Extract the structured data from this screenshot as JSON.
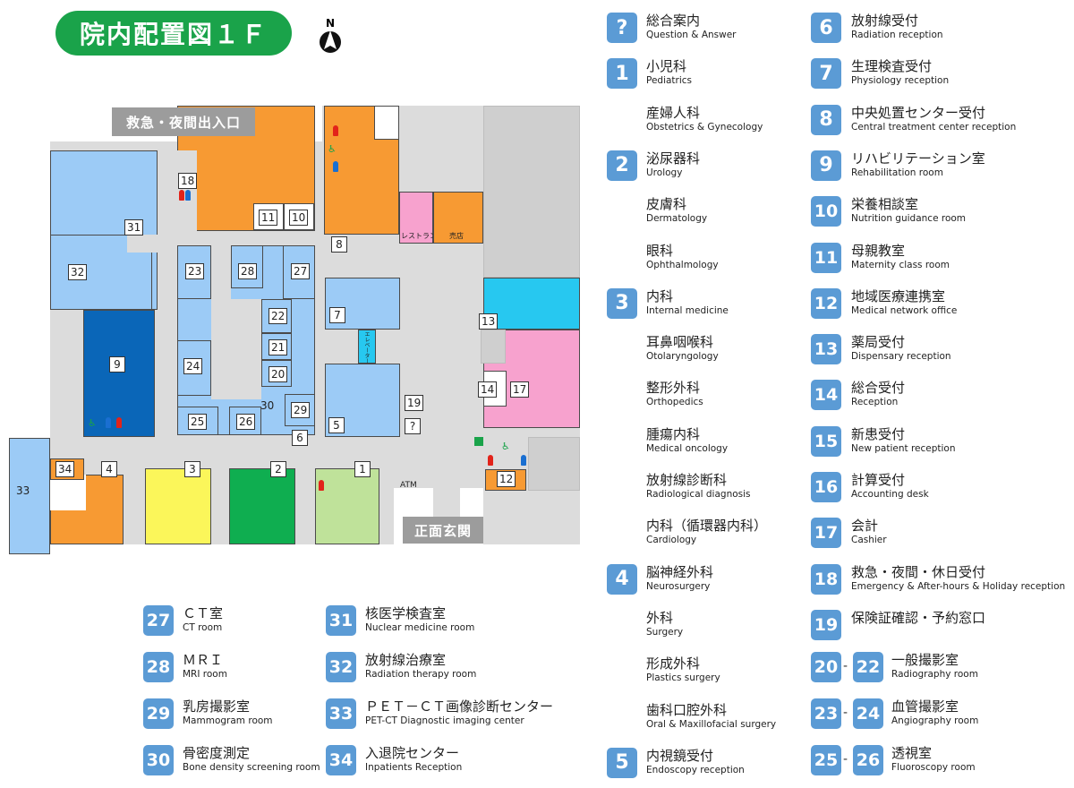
{
  "title": "院内配置図１Ｆ",
  "north_label": "N",
  "entrances": {
    "emergency": "救急・夜間出入口",
    "main": "正面玄関",
    "atm": "ATM"
  },
  "map_labels": {
    "restaurant": "レストラン",
    "shop": "売店",
    "elevator": "エレベーター"
  },
  "room_numbers": {
    "r1": "1",
    "r2": "2",
    "r3": "3",
    "r4": "4",
    "r6": "6",
    "r7": "7",
    "r8": "8",
    "r9": "9",
    "r10": "10",
    "r11": "11",
    "r12": "12",
    "r13": "13",
    "r14": "14",
    "r17": "17",
    "r18": "18",
    "r19": "19",
    "r20": "20",
    "r21": "21",
    "r22": "22",
    "r23": "23",
    "r24": "24",
    "r25": "25",
    "r26": "26",
    "r27": "27",
    "r28": "28",
    "r29": "29",
    "r30": "30",
    "r31": "31",
    "r32": "32",
    "r33": "33",
    "r34": "34",
    "r5": "5",
    "rq": "?"
  },
  "legend_col1": [
    {
      "badge": "?",
      "jp": "総合案内",
      "en": "Question & Answer"
    },
    {
      "badge": "1",
      "jp": "小児科",
      "en": "Pediatrics"
    },
    {
      "badge": "",
      "jp": "産婦人科",
      "en": "Obstetrics & Gynecology"
    },
    {
      "badge": "2",
      "jp": "泌尿器科",
      "en": "Urology"
    },
    {
      "badge": "",
      "jp": "皮膚科",
      "en": "Dermatology"
    },
    {
      "badge": "",
      "jp": "眼科",
      "en": "Ophthalmology"
    },
    {
      "badge": "3",
      "jp": "内科",
      "en": "Internal medicine"
    },
    {
      "badge": "",
      "jp": "耳鼻咽喉科",
      "en": "Otolaryngology"
    },
    {
      "badge": "",
      "jp": "整形外科",
      "en": "Orthopedics"
    },
    {
      "badge": "",
      "jp": "腫瘍内科",
      "en": "Medical oncology"
    },
    {
      "badge": "",
      "jp": "放射線診断科",
      "en": "Radiological diagnosis"
    },
    {
      "badge": "",
      "jp": "内科（循環器内科）",
      "en": "Cardiology"
    },
    {
      "badge": "4",
      "jp": "脳神経外科",
      "en": "Neurosurgery"
    },
    {
      "badge": "",
      "jp": "外科",
      "en": "Surgery"
    },
    {
      "badge": "",
      "jp": "形成外科",
      "en": "Plastics surgery"
    },
    {
      "badge": "",
      "jp": "歯科口腔外科",
      "en": "Oral & Maxillofacial surgery"
    },
    {
      "badge": "5",
      "jp": "内視鏡受付",
      "en": "Endoscopy reception"
    }
  ],
  "legend_col2": [
    {
      "badge": "6",
      "jp": "放射線受付",
      "en": "Radiation reception"
    },
    {
      "badge": "7",
      "jp": "生理検査受付",
      "en": "Physiology reception"
    },
    {
      "badge": "8",
      "jp": "中央処置センター受付",
      "en": "Central treatment center reception"
    },
    {
      "badge": "9",
      "jp": "リハビリテーション室",
      "en": "Rehabilitation room"
    },
    {
      "badge": "10",
      "jp": "栄養相談室",
      "en": "Nutrition guidance room"
    },
    {
      "badge": "11",
      "jp": "母親教室",
      "en": "Maternity class room"
    },
    {
      "badge": "12",
      "jp": "地域医療連携室",
      "en": "Medical network office"
    },
    {
      "badge": "13",
      "jp": "薬局受付",
      "en": "Dispensary reception"
    },
    {
      "badge": "14",
      "jp": "総合受付",
      "en": "Reception"
    },
    {
      "badge": "15",
      "jp": "新患受付",
      "en": "New patient reception"
    },
    {
      "badge": "16",
      "jp": "計算受付",
      "en": "Accounting desk"
    },
    {
      "badge": "17",
      "jp": "会計",
      "en": "Cashier"
    },
    {
      "badge": "18",
      "jp": "救急・夜間・休日受付",
      "en": "Emergency & After-hours & Holiday reception"
    },
    {
      "badge": "19",
      "jp": "保険証確認・予約窓口",
      "en": ""
    }
  ],
  "legend_ranges": [
    {
      "from": "20",
      "to": "22",
      "jp": "一般撮影室",
      "en": "Radiography room"
    },
    {
      "from": "23",
      "to": "24",
      "jp": "血管撮影室",
      "en": "Angiography room"
    },
    {
      "from": "25",
      "to": "26",
      "jp": "透視室",
      "en": "Fluoroscopy room"
    }
  ],
  "legend_bottom_left": [
    {
      "badge": "27",
      "jp": "ＣＴ室",
      "en": "CT room"
    },
    {
      "badge": "28",
      "jp": "ＭＲＩ",
      "en": "MRI room"
    },
    {
      "badge": "29",
      "jp": "乳房撮影室",
      "en": "Mammogram room"
    },
    {
      "badge": "30",
      "jp": "骨密度測定",
      "en": "Bone density screening room"
    }
  ],
  "legend_bottom_right": [
    {
      "badge": "31",
      "jp": "核医学検査室",
      "en": "Nuclear medicine room"
    },
    {
      "badge": "32",
      "jp": "放射線治療室",
      "en": "Radiation therapy room"
    },
    {
      "badge": "33",
      "jp": "ＰＥＴ－ＣＴ画像診断センター",
      "en": "PET-CT Diagnostic imaging center"
    },
    {
      "badge": "34",
      "jp": "入退院センター",
      "en": "Inpatients Reception"
    }
  ],
  "colors": {
    "title_green": "#1aa34a",
    "badge_blue": "#5b9bd5",
    "room_blue": "#9ccbf6",
    "room_orange": "#f79a33",
    "room_navy": "#0a66b8",
    "room_yellow": "#fbf65a",
    "room_green": "#0fae50",
    "room_light_green": "#bfe29a",
    "room_cyan": "#27c8f0",
    "room_pink": "#f7a2ce",
    "corridor_gray": "#dcdcdc"
  }
}
